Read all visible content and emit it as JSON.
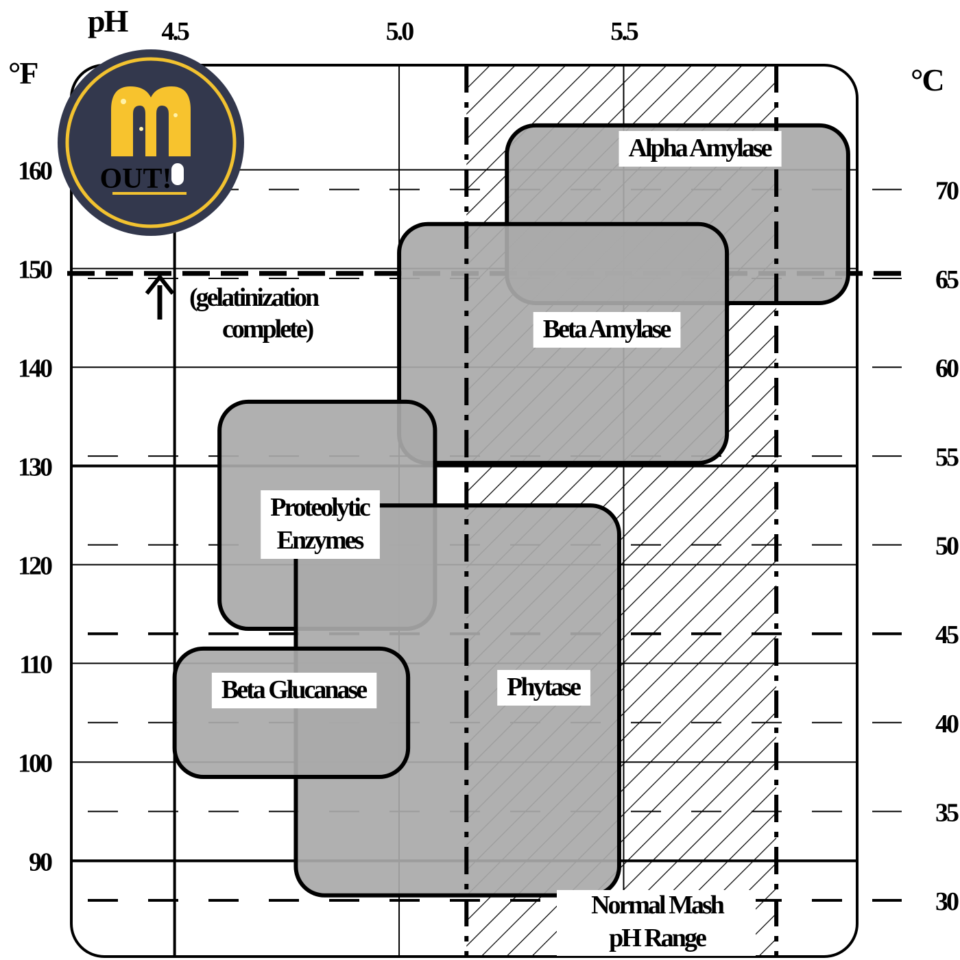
{
  "chart_data": {
    "type": "range-map",
    "x_axis": {
      "label": "pH",
      "ticks": [
        4.5,
        5.0,
        5.5
      ],
      "tick_labels": [
        "4.5",
        "5.0",
        "5.5"
      ],
      "range": [
        4.27,
        6.02
      ],
      "gridlines": [
        4.5,
        5.0,
        5.5
      ]
    },
    "y_axis_left": {
      "label": "°F",
      "ticks": [
        90,
        100,
        110,
        120,
        130,
        140,
        150,
        160
      ],
      "tick_labels": [
        "90",
        "100",
        "110",
        "120",
        "130",
        "140",
        "150",
        "160"
      ],
      "range": [
        80.3,
        170.6
      ]
    },
    "y_axis_right": {
      "label": "°C",
      "ticks": [
        30,
        35,
        40,
        45,
        50,
        55,
        60,
        65,
        70
      ],
      "tick_labels": [
        "30",
        "35",
        "40",
        "45",
        "50",
        "55",
        "60",
        "65",
        "70"
      ]
    },
    "regions": [
      {
        "name": "Alpha Amylase",
        "label_lines": [
          "Alpha Amylase"
        ],
        "ph": [
          5.24,
          6.0
        ],
        "temp_f": [
          146.5,
          164.5
        ]
      },
      {
        "name": "Beta Amylase",
        "label_lines": [
          "Beta Amylase"
        ],
        "ph": [
          5.0,
          5.73
        ],
        "temp_f": [
          130.3,
          154.5
        ]
      },
      {
        "name": "Proteolytic Enzymes",
        "label_lines": [
          "Proteolytic",
          "Enzymes"
        ],
        "ph": [
          4.6,
          5.08
        ],
        "temp_f": [
          113.5,
          136.5
        ]
      },
      {
        "name": "Phytase",
        "label_lines": [
          "Phytase"
        ],
        "ph": [
          4.77,
          5.49
        ],
        "temp_f": [
          86.5,
          126.0
        ]
      },
      {
        "name": "Beta Glucanase",
        "label_lines": [
          "Beta Glucanase"
        ],
        "ph": [
          4.5,
          5.02
        ],
        "temp_f": [
          98.5,
          111.5
        ]
      }
    ],
    "reference_line": {
      "temp_f": 149.5,
      "label_lines": [
        "(gelatinization",
        "complete)"
      ]
    },
    "shaded_band": {
      "ph": [
        5.15,
        5.84
      ],
      "label_lines": [
        "Normal Mash",
        "pH Range"
      ],
      "fill": "diagonal hatch"
    },
    "grid": true
  },
  "logo": {
    "text": "OUT!",
    "colors": {
      "ring": "#f2c230",
      "background": "#33384d",
      "letter": "#f7c32e",
      "text": "#ffffff"
    }
  }
}
